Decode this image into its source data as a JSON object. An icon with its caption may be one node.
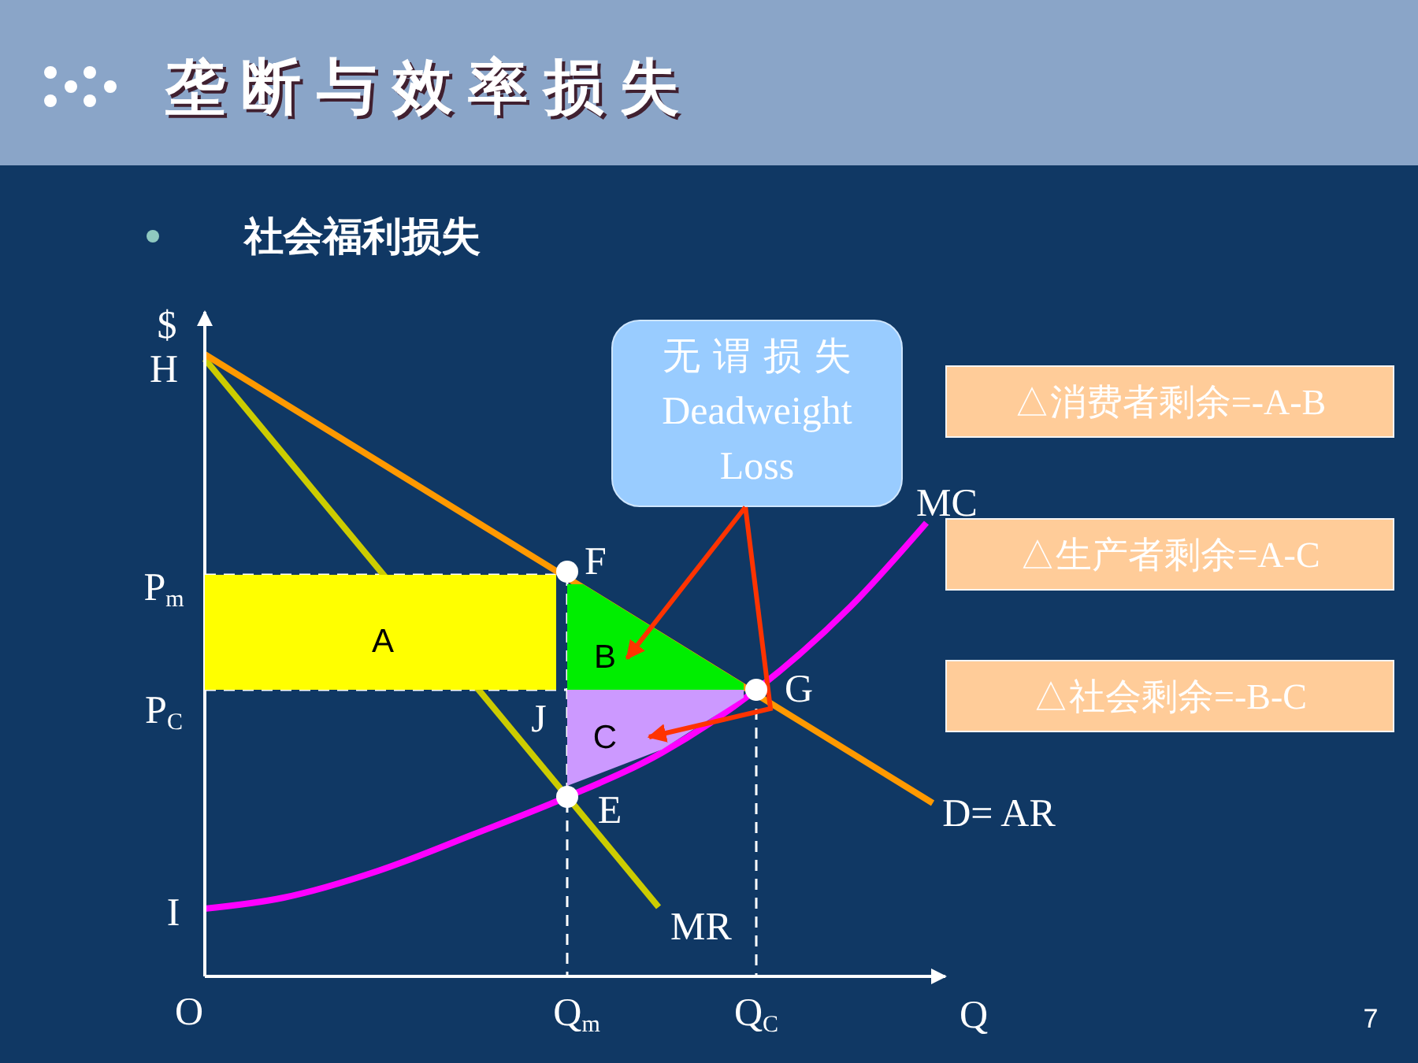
{
  "diagram": {
    "title": "垄断与效率损失",
    "nodes": [
      {
        "text": [
          "无谓损失",
          "Deadweight Loss"
        ]
      },
      {
        "text": [
          "△消费者剩余=-A-B"
        ]
      },
      {
        "text": [
          "△生产者剩余=A-C"
        ]
      },
      {
        "text": [
          "A"
        ]
      },
      {
        "text": [
          "B"
        ]
      },
      {
        "text": [
          "△社会剩余=-B-C"
        ]
      },
      {
        "text": [
          "C"
        ]
      }
    ],
    "edges": [
      {
        "from": 0,
        "to": 4,
        "arrow": "to"
      },
      {
        "from": 0,
        "to": 6,
        "arrow": "to"
      }
    ],
    "labels": [
      "社会福利损失",
      "$",
      "H",
      "P$_{m}$",
      "F",
      "P$_{C}$",
      "J",
      "G",
      "E",
      "I",
      "MC",
      "D= AR",
      "MR",
      "O",
      "Q$_{m}$",
      "Q$_{C}$",
      "Q",
      "7"
    ]
  }
}
